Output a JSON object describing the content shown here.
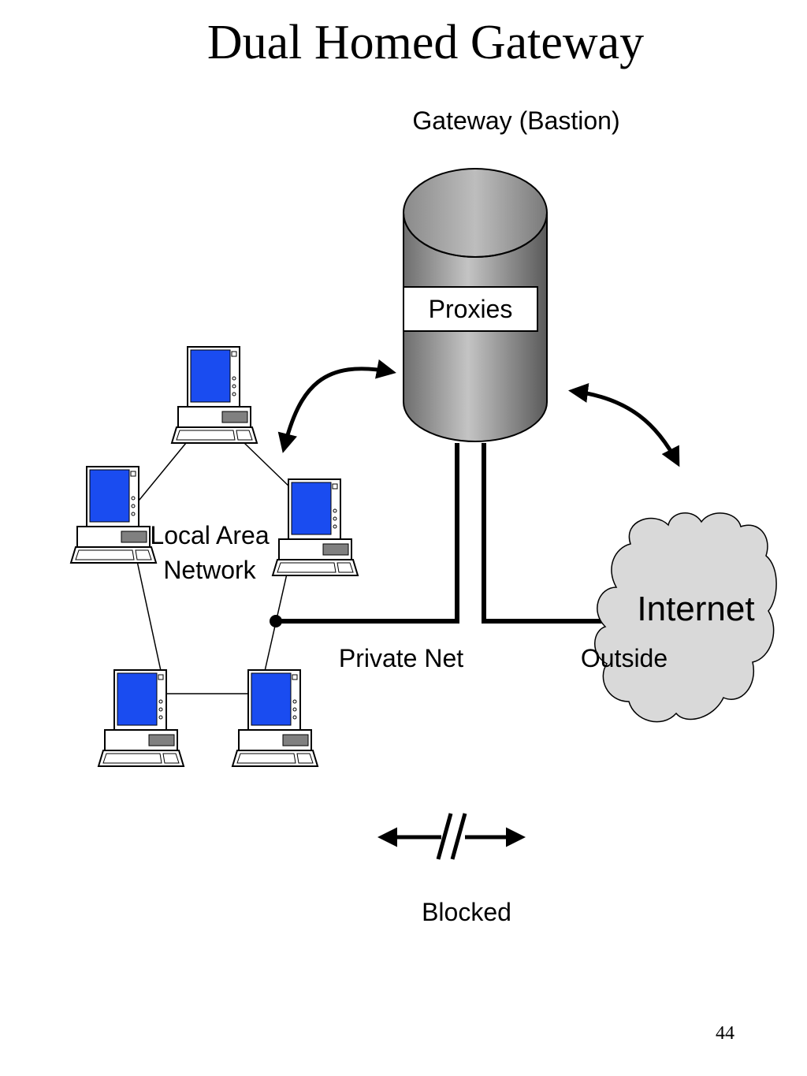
{
  "slide": {
    "title": "Dual Homed Gateway",
    "page_number": "44"
  },
  "gateway": {
    "label": "Gateway (Bastion)",
    "proxies_label": "Proxies"
  },
  "lan": {
    "label_line1": "Local Area",
    "label_line2": "Network"
  },
  "networks": {
    "private_label": "Private Net",
    "outside_label": "Outside",
    "internet_label": "Internet"
  },
  "legend": {
    "blocked_label": "Blocked"
  },
  "colors": {
    "screen": "#1a4cf0",
    "cloud": "#d9d9d9",
    "cylinder_dark": "#6e6e6e",
    "cylinder_light": "#b8b8b8"
  },
  "icons": {
    "computer": "desktop-computer-icon",
    "cloud": "cloud-icon",
    "cylinder": "server-cylinder-icon"
  }
}
